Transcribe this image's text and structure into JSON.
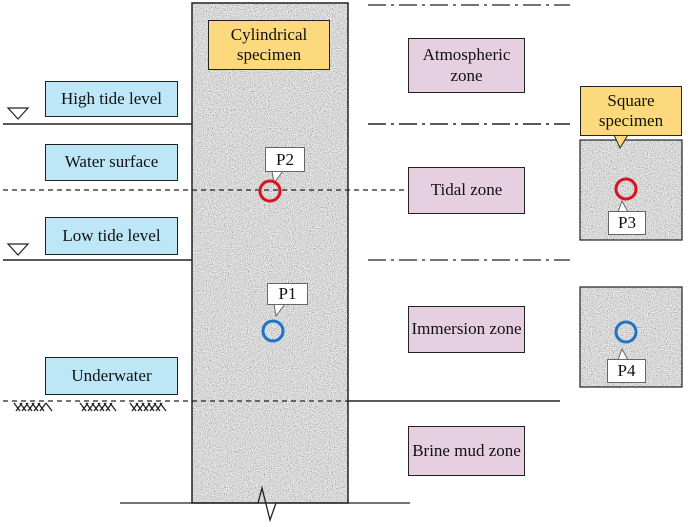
{
  "specimens": {
    "cylindrical": "Cylindrical specimen",
    "square": "Square specimen"
  },
  "levels": {
    "high_tide": "High tide level",
    "water_surface": "Water surface",
    "low_tide": "Low tide level",
    "underwater": "Underwater"
  },
  "zones": {
    "atmospheric": "Atmospheric zone",
    "tidal": "Tidal zone",
    "immersion": "Immersion zone",
    "brine_mud": "Brine mud zone"
  },
  "points": {
    "p1": "P1",
    "p2": "P2",
    "p3": "P3",
    "p4": "P4"
  },
  "colors": {
    "level_box": "#bde6f7",
    "zone_box": "#e6cfe1",
    "specimen_label": "#fcd97d",
    "point_red": "#d9121c",
    "point_blue": "#1f74c9",
    "concrete": "#b4b4b4"
  }
}
